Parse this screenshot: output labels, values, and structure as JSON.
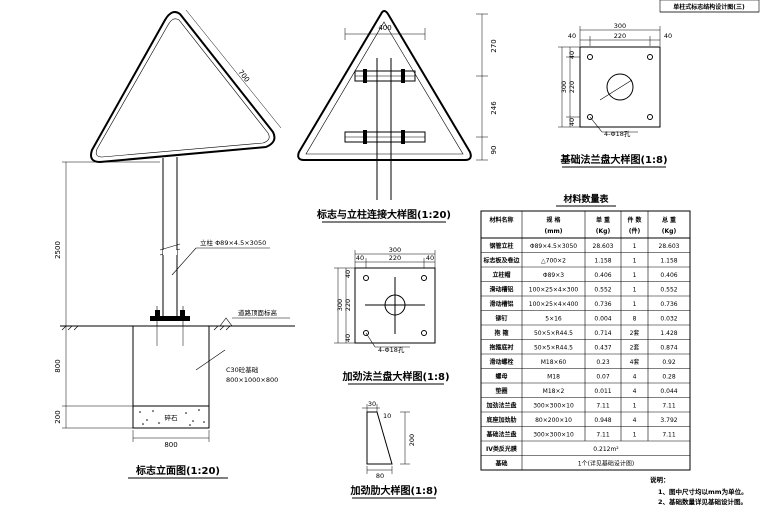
{
  "header": {
    "title": "单柱式标志结构设计图(三)"
  },
  "elevation": {
    "dim_side": "700",
    "dim_height": "2500",
    "dim_foundation_h": "800",
    "dim_gravel_h": "200",
    "dim_width": "800",
    "column_label": "立柱 Φ89×4.5×3050",
    "road_label": "道路顶面标高",
    "foundation_label": "C30砼基础",
    "foundation_size": "800×1000×800",
    "gravel_label": "碎石",
    "title": "标志立面图(1:20)"
  },
  "connection": {
    "dim_top": "400",
    "dim_a": "270",
    "dim_b": "246",
    "dim_c": "90",
    "title": "标志与立柱连接大样图(1:20)"
  },
  "base_flange": {
    "dim_300": "300",
    "dim_220": "220",
    "dim_40a": "40",
    "dim_40b": "40",
    "side_40a": "40",
    "side_220": "220",
    "side_300": "300",
    "side_40b": "40",
    "hole_label": "4-Φ18孔",
    "title": "基础法兰盘大样图(1:8)"
  },
  "stiff_flange": {
    "dim_300": "300",
    "dim_220": "220",
    "dim_40a": "40",
    "dim_40b": "40",
    "side_40a": "40",
    "side_220": "220",
    "side_300": "300",
    "side_40b": "40",
    "hole_label": "4-Φ18孔",
    "title": "加劲法兰盘大样图(1:8)"
  },
  "rib": {
    "dim_30": "30",
    "dim_10": "10",
    "dim_80": "80",
    "dim_200": "200",
    "title": "加劲肋大样图(1:8)"
  },
  "table": {
    "title": "材料数量表",
    "headers": [
      [
        "材料名称",
        ""
      ],
      [
        "规 格",
        "(mm)"
      ],
      [
        "单 重",
        "(Kg)"
      ],
      [
        "件 数",
        "(件)"
      ],
      [
        "总 重",
        "(Kg)"
      ]
    ],
    "rows": [
      [
        "钢管立柱",
        "Φ89×4.5×3050",
        "28.603",
        "1",
        "28.603"
      ],
      [
        "标志板及卷边",
        "△700×2",
        "1.158",
        "1",
        "1.158"
      ],
      [
        "立柱帽",
        "Φ89×3",
        "0.406",
        "1",
        "0.406"
      ],
      [
        "滑动槽铝",
        "100×25×4×300",
        "0.552",
        "1",
        "0.552"
      ],
      [
        "滑动槽铝",
        "100×25×4×400",
        "0.736",
        "1",
        "0.736"
      ],
      [
        "铆钉",
        "5×16",
        "0.004",
        "8",
        "0.032"
      ],
      [
        "抱 箍",
        "50×5×R44.5",
        "0.714",
        "2套",
        "1.428"
      ],
      [
        "抱箍底衬",
        "50×5×R44.5",
        "0.437",
        "2套",
        "0.874"
      ],
      [
        "滑动螺栓",
        "M18×60",
        "0.23",
        "4套",
        "0.92"
      ],
      [
        "螺母",
        "M18",
        "0.07",
        "4",
        "0.28"
      ],
      [
        "垫圈",
        "M18×2",
        "0.011",
        "4",
        "0.044"
      ],
      [
        "加劲法兰盘",
        "300×300×10",
        "7.11",
        "1",
        "7.11"
      ],
      [
        "底座加劲肋",
        "80×200×10",
        "0.948",
        "4",
        "3.792"
      ],
      [
        "基础法兰盘",
        "300×300×10",
        "7.11",
        "1",
        "7.11"
      ]
    ],
    "film_row": [
      "IV类反光膜",
      "0.212m²"
    ],
    "foundation_row": [
      "基础",
      "1个(详见基础设计图)"
    ]
  },
  "notes": {
    "title": "说明：",
    "items": [
      "1、图中尺寸均以mm为单位。",
      "2、基础数量详见基础设计图。"
    ]
  }
}
